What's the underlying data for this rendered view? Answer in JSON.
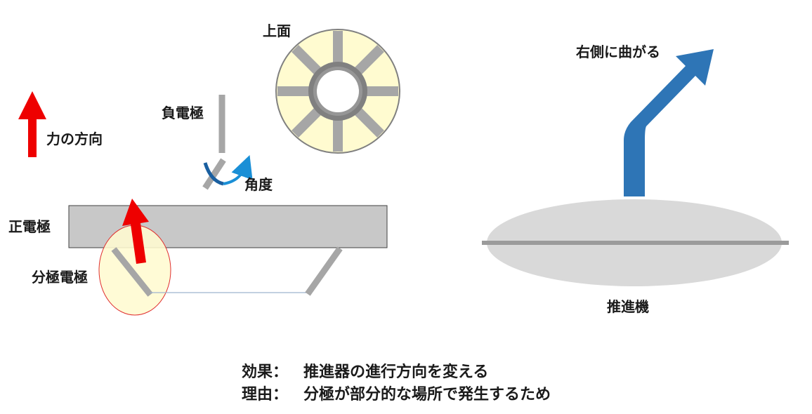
{
  "labels": {
    "force_direction": "力の方向",
    "negative_electrode": "負電極",
    "angle": "角度",
    "positive_electrode": "正電極",
    "split_electrode": "分極電極",
    "top_view": "上面",
    "turn_right": "右側に曲がる",
    "thruster": "推進機"
  },
  "summary": {
    "effect_label": "効果：",
    "effect_text": "推進器の進行方向を変える",
    "reason_label": "理由：",
    "reason_text": "分極が部分的な場所で発生するため"
  },
  "colors": {
    "force_arrow": "#ee0000",
    "electrode": "#a6a6a6",
    "plate": "#c8c8c8",
    "highlight": "#fffbd0",
    "highlight_border": "#e03030",
    "rotation_arrow": "#1a8fd6",
    "thrust_arrow": "#2e75b6",
    "thruster_body": "#d9d9d9",
    "ring": "#808080"
  }
}
